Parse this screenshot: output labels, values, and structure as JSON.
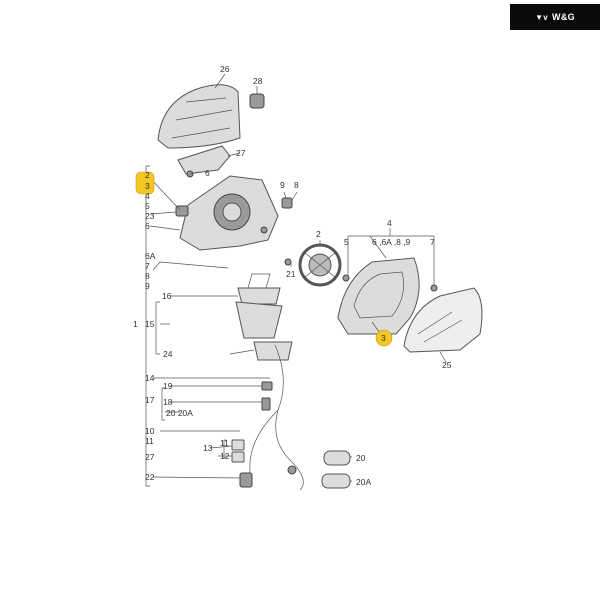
{
  "brand": {
    "logo_text": "W&G",
    "logo_mark": "vw-mark-icon",
    "logo_bg": "#0a0a0a",
    "logo_fg": "#ffffff"
  },
  "highlight_color": "#f3c624",
  "callouts": {
    "c26": "26",
    "c28": "28",
    "c27": "27",
    "c6a": "6",
    "l2": "2",
    "l3": "3",
    "l4": "4",
    "l5": "5",
    "l23": "23",
    "l6": "6",
    "c9": "9",
    "c8": "8",
    "l6A": "6A",
    "l7": "7",
    "l8": "8",
    "l9": "9",
    "c16": "16",
    "l1": "1",
    "l15": "15",
    "c24": "24",
    "l14": "14",
    "c19": "19",
    "l17": "17",
    "c18": "18",
    "c2020A": "20 20A",
    "l10": "10",
    "l11": "11",
    "c13": "13",
    "c11": "11",
    "c12": "12",
    "l27": "27",
    "l22": "22",
    "c2mid": "2",
    "c21": "21",
    "c4top": "4",
    "c5": "5",
    "c66A89": "6 ,6A ,8 ,9",
    "c7": "7",
    "c3right": "3",
    "c25": "25",
    "c20": "20",
    "c20A": "20A"
  }
}
